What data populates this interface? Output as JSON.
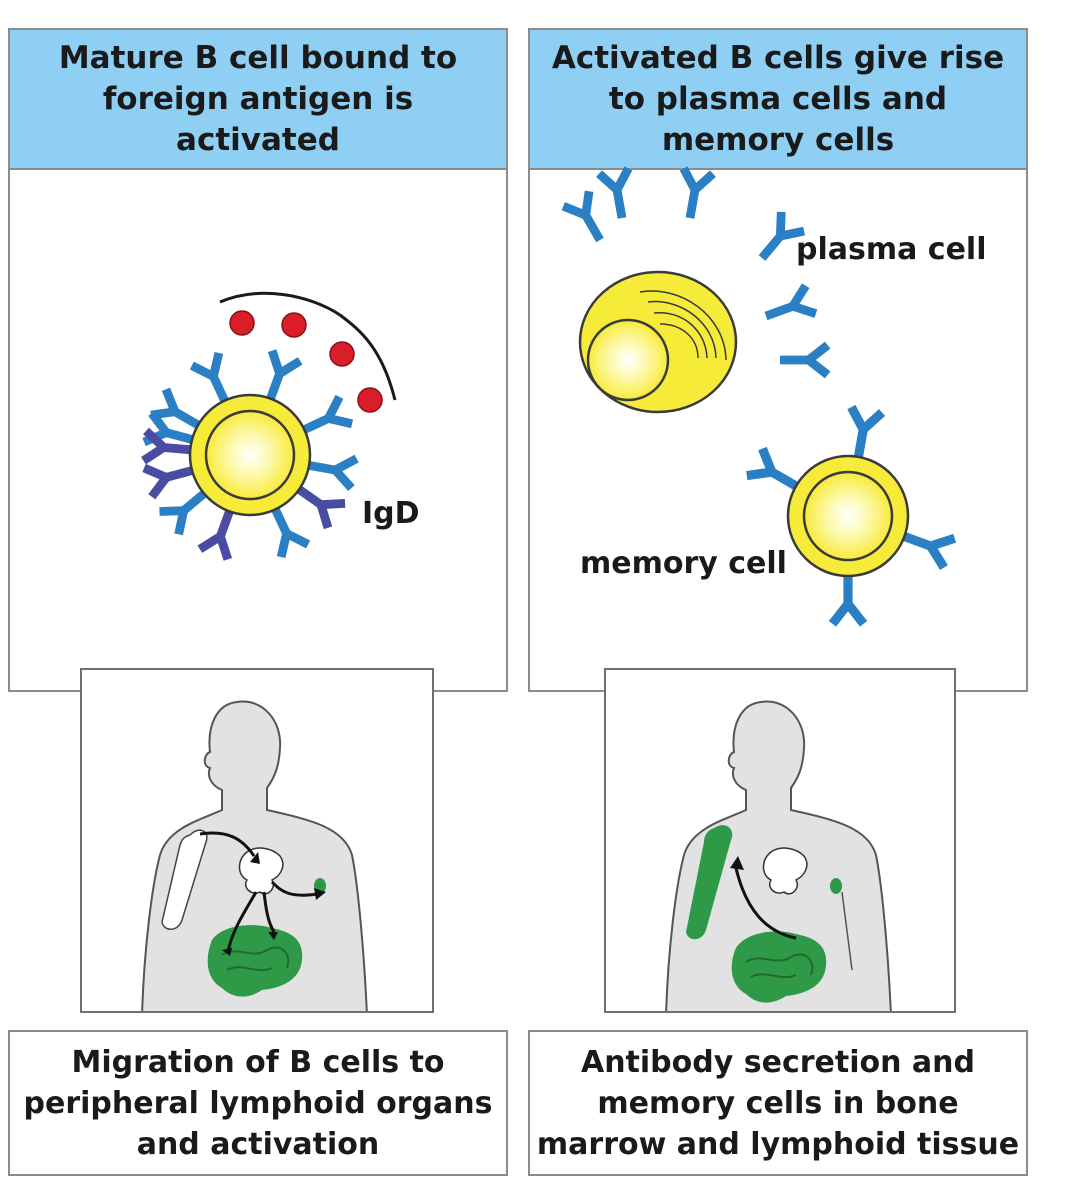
{
  "panels": {
    "left": {
      "header": "Mature B cell bound to\nforeign antigen is activated",
      "label_igd": "IgD",
      "caption": "Migration of B cells to\nperipheral lymphoid organs\nand activation"
    },
    "right": {
      "header": "Activated B cells give rise\nto plasma cells and\nmemory cells",
      "label_plasma": "plasma cell",
      "label_memory": "memory cell",
      "caption": "Antibody secretion and\nmemory cells in bone\nmarrow and lymphoid tissue"
    }
  },
  "colors": {
    "header_bg": "#8fcff4",
    "cell_yellow": "#f7eb3a",
    "antibody_igm": "#2b7fc4",
    "antibody_igd": "#4a4ba3",
    "antigen": "#d91e2a",
    "lymphoid_green": "#2e9a48",
    "body_gray": "#e2e2e2"
  }
}
